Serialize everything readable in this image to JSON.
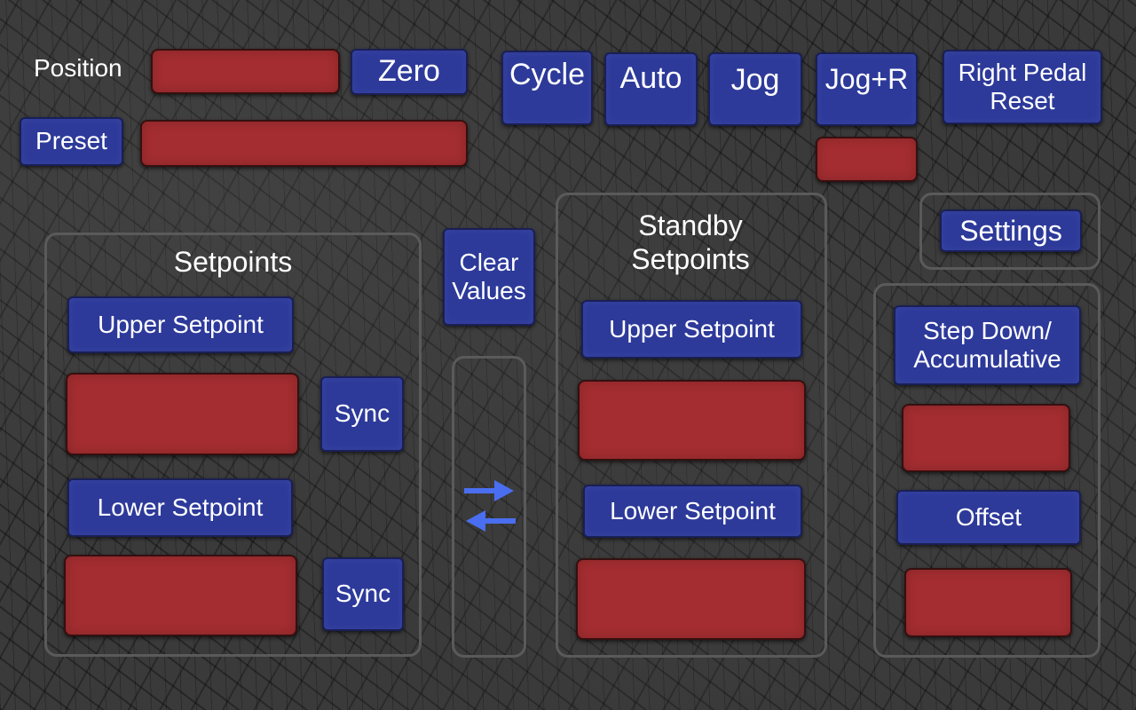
{
  "top": {
    "position_label": "Position",
    "position_value": "",
    "zero_label": "Zero",
    "preset_label": "Preset",
    "preset_value": "",
    "cycle_label": "Cycle",
    "auto_label": "Auto",
    "jog_label": "Jog",
    "jog_r_label": "Jog+R",
    "jog_r_value": "",
    "right_pedal_reset_label": "Right Pedal Reset"
  },
  "setpoints": {
    "title": "Setpoints",
    "upper_label": "Upper Setpoint",
    "upper_value": "",
    "lower_label": "Lower Setpoint",
    "lower_value": "",
    "sync_label": "Sync"
  },
  "middle": {
    "clear_values_label": "Clear Values",
    "swap_icon": "swap-arrows-icon"
  },
  "standby": {
    "title": "Standby Setpoints",
    "upper_label": "Upper Setpoint",
    "upper_value": "",
    "lower_label": "Lower Setpoint",
    "lower_value": ""
  },
  "right": {
    "settings_label": "Settings",
    "step_down_label": "Step Down/ Accumulative",
    "step_down_value": "",
    "offset_label": "Offset",
    "offset_value": ""
  },
  "colors": {
    "button": "#2d3a9a",
    "field": "#a32d30",
    "panel_border": "#5a5a5a",
    "arrow": "#4a6ef0"
  }
}
